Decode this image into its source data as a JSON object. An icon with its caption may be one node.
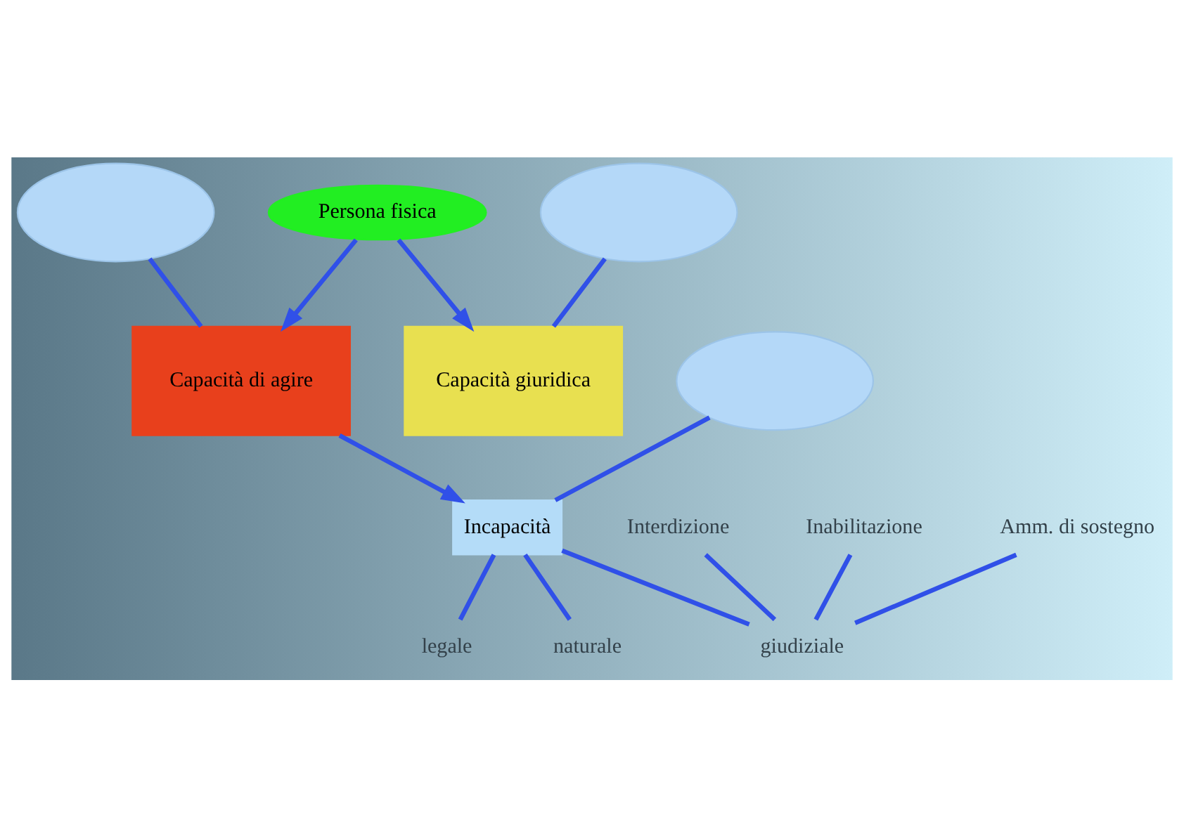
{
  "diagram": {
    "nodes": [
      {
        "text": [
          "Persona fisica"
        ]
      },
      {
        "text": [],
        "shape": "ellipse"
      },
      {
        "text": [],
        "shape": "ellipse"
      },
      {
        "text": [
          "Interdizione"
        ]
      },
      {
        "text": [
          "Inabilitazione"
        ]
      },
      {
        "text": [
          "Amm. di sostegno"
        ]
      },
      {
        "text": [
          "Capacità di agire"
        ]
      },
      {
        "text": [
          "Capacità giuridica"
        ]
      },
      {
        "text": [
          "Incapacità"
        ]
      },
      {
        "text": [
          "legale"
        ]
      },
      {
        "text": [
          "giudiziale"
        ]
      },
      {
        "text": [],
        "shape": "ellipse"
      },
      {
        "text": [
          "naturale"
        ]
      }
    ],
    "edges": [
      {
        "from": 0,
        "to": 7,
        "arrow": "to"
      },
      {
        "from": 0,
        "to": 6,
        "arrow": "to"
      },
      {
        "from": 1,
        "to": 6,
        "arrow": "none"
      },
      {
        "from": 2,
        "to": 7,
        "arrow": "none"
      },
      {
        "from": 6,
        "to": 8,
        "arrow": "to"
      },
      {
        "from": 11,
        "to": 8,
        "arrow": "none"
      },
      {
        "from": 8,
        "to": 9,
        "arrow": "none"
      },
      {
        "from": 8,
        "to": 10,
        "arrow": "none"
      },
      {
        "from": 8,
        "to": 12,
        "arrow": "none"
      },
      {
        "from": 3,
        "to": 10,
        "arrow": "none"
      },
      {
        "from": 4,
        "to": 10,
        "arrow": "none"
      },
      {
        "from": 5,
        "to": 10,
        "arrow": "none"
      }
    ]
  }
}
